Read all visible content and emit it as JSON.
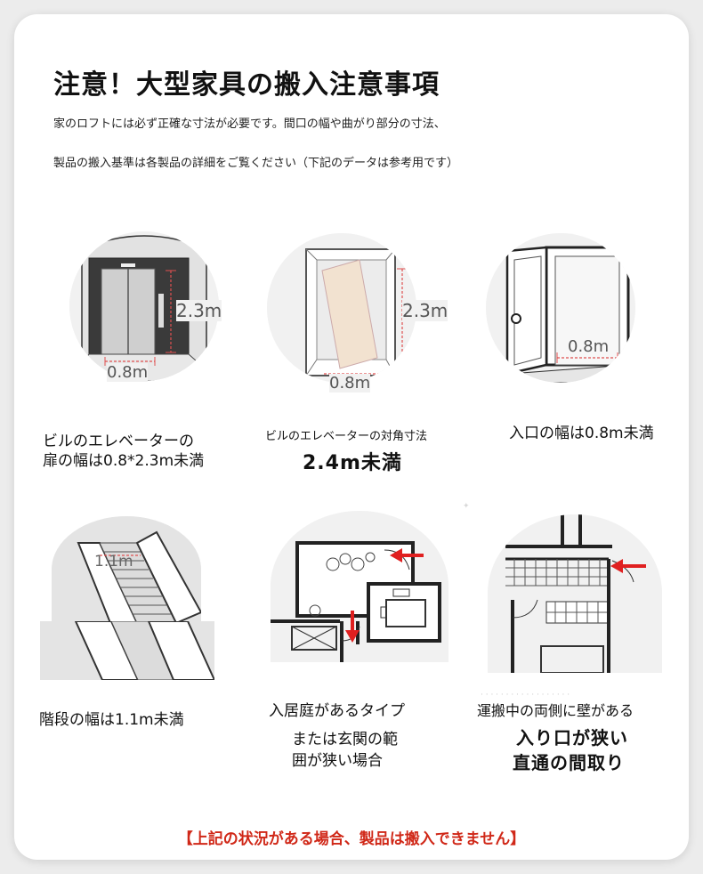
{
  "header": {
    "title": "注意！大型家具の搬入注意事項",
    "line1": "家のロフトには必ず正確な寸法が必要です。間口の幅や曲がり部分の寸法、",
    "line2": "製品の搬入基準は各製品の詳細をご覧ください（下記のデータは参考用です）"
  },
  "items": [
    {
      "icon": "elevator-door-icon",
      "dim_height": "2.3m",
      "dim_width": "0.8m",
      "caption_line1": "ビルのエレベーターの",
      "caption_line2": "扉の幅は0.8*2.3m未満"
    },
    {
      "icon": "elevator-diagonal-icon",
      "dim_height": "2.3m",
      "dim_width": "0.8m",
      "caption_line1": "ビルのエレベーターの対角寸法",
      "caption_line2": "2.4m未満"
    },
    {
      "icon": "entrance-door-icon",
      "dim_width": "0.8m",
      "caption_line1": "入口の幅は0.8m未満"
    },
    {
      "icon": "staircase-icon",
      "dim_width": "1.1m",
      "caption_line1": "階段の幅は1.1m未満"
    },
    {
      "icon": "courtyard-floorplan-icon",
      "caption_line1": "入居庭があるタイプ",
      "caption_line2": "または玄関の範",
      "caption_line3": "囲が狭い場合"
    },
    {
      "icon": "corridor-floorplan-icon",
      "caption_line1": "運搬中の両側に壁がある",
      "caption_line2": "入り口が狭い",
      "caption_line3": "直通の間取り"
    }
  ],
  "footer": {
    "warning": "【上記の状況がある場合、製品は搬入できません】"
  },
  "colors": {
    "accent": "#d02818",
    "dimension": "#e05050",
    "arrow": "#e02020"
  }
}
